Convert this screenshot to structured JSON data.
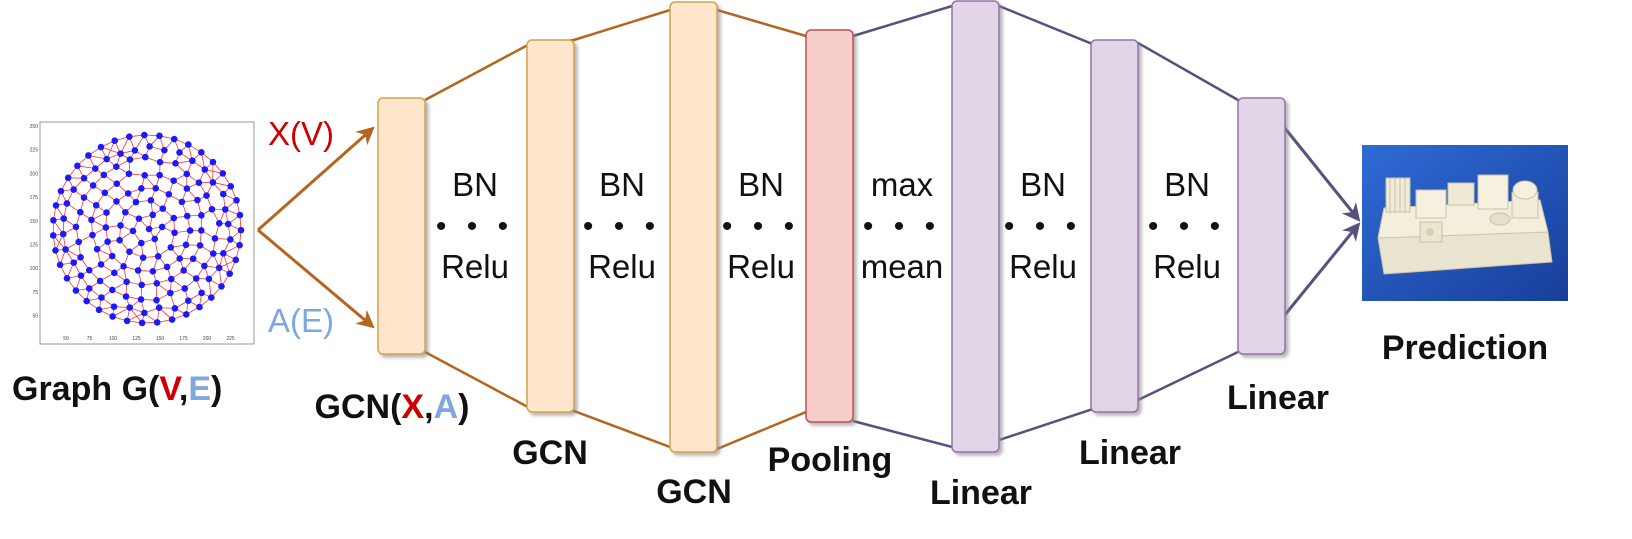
{
  "input_graph": {
    "title_prefix": "Graph G(",
    "title_v": "V",
    "title_comma": ",",
    "title_e": "E",
    "title_suffix": ")",
    "x_ticks": [
      "50",
      "75",
      "100",
      "125",
      "150",
      "175",
      "200",
      "225"
    ],
    "y_ticks": [
      "250",
      "225",
      "200",
      "175",
      "150",
      "125",
      "100",
      "75",
      "50"
    ],
    "node_color": "#1a1aff",
    "edge_color": "#ff3333"
  },
  "edges_labels": {
    "x_of_v": "X(V)",
    "a_of_e": "A(E)"
  },
  "layers": [
    {
      "label_parts": [
        "GCN(",
        "X",
        ",",
        "A",
        ")"
      ],
      "kind": "gcn"
    },
    {
      "label": "GCN",
      "kind": "gcn"
    },
    {
      "label": "GCN",
      "kind": "gcn"
    },
    {
      "label": "Pooling",
      "kind": "pool"
    },
    {
      "label": "Linear",
      "kind": "linear"
    },
    {
      "label": "Linear",
      "kind": "linear"
    },
    {
      "label": "Linear",
      "kind": "linear"
    }
  ],
  "ops": [
    {
      "top": "BN",
      "dots": "• • •",
      "bottom": "Relu"
    },
    {
      "top": "BN",
      "dots": "• • •",
      "bottom": "Relu"
    },
    {
      "top": "BN",
      "dots": "• • •",
      "bottom": "Relu"
    },
    {
      "top": "max",
      "dots": "• • •",
      "bottom": "mean"
    },
    {
      "top": "BN",
      "dots": "• • •",
      "bottom": "Relu"
    },
    {
      "top": "BN",
      "dots": "• • •",
      "bottom": "Relu"
    }
  ],
  "output": {
    "label": "Prediction"
  },
  "colors": {
    "gcn_fill": "#ffe6cc",
    "gcn_stroke": "#d6a24a",
    "pool_fill": "#f8cecc",
    "pool_stroke": "#b85450",
    "linear_fill": "#e1d5e7",
    "linear_stroke": "#9673a6",
    "orange_line": "#b5651d",
    "purple_line": "#56517e",
    "red_text": "#cc0000",
    "blue_text": "#7ea6e0"
  }
}
